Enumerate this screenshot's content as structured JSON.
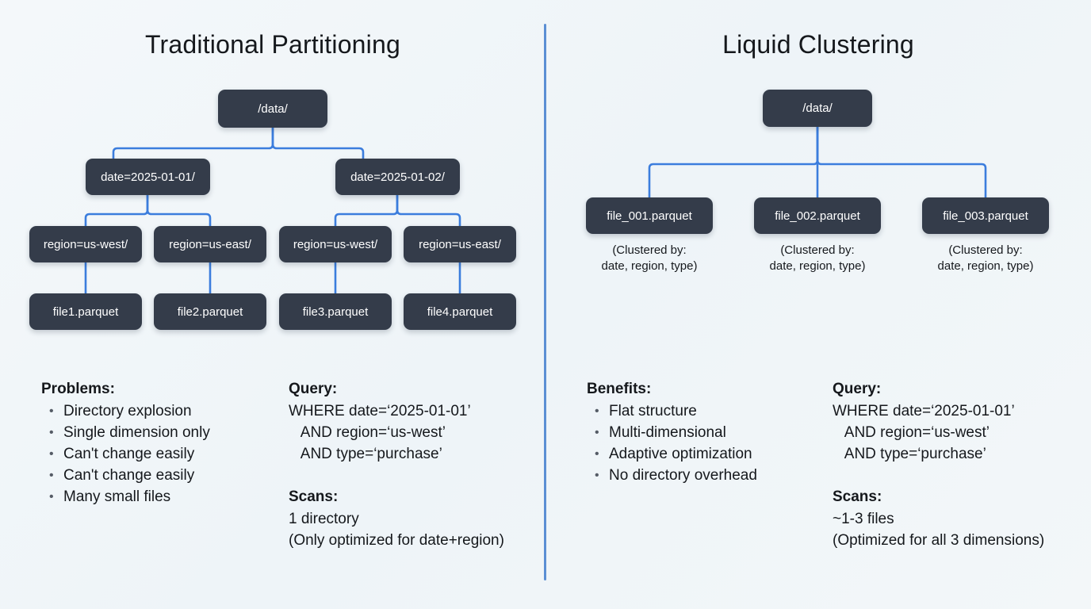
{
  "theme": {
    "background": "#f1f6f9",
    "node_fill": "#343c4a",
    "node_text": "#ffffff",
    "connector": "#3b7ddd",
    "divider": "#5b8fd4",
    "body_text": "#15181c"
  },
  "left": {
    "title": "Traditional Partitioning",
    "tree": {
      "root": "/data/",
      "level2": [
        "date=2025-01-01/",
        "date=2025-01-02/"
      ],
      "level3": [
        "region=us-west/",
        "region=us-east/",
        "region=us-west/",
        "region=us-east/"
      ],
      "level4": [
        "file1.parquet",
        "file2.parquet",
        "file3.parquet",
        "file4.parquet"
      ]
    },
    "problems": {
      "heading": "Problems:",
      "items": [
        "Directory explosion",
        "Single dimension only",
        "Can't change easily",
        "Can't change easily",
        "Many small files"
      ]
    },
    "query": {
      "heading": "Query:",
      "lines": [
        "WHERE date=‘2025-01-01’",
        "   AND region=‘us-west’",
        "   AND type=‘purchase’"
      ],
      "scans_heading": "Scans:",
      "scans_lines": [
        "1 directory",
        "(Only optimized for date+region)"
      ]
    }
  },
  "right": {
    "title": "Liquid Clustering",
    "tree": {
      "root": "/data/",
      "files": [
        "file_001.parquet",
        "file_002.parquet",
        "file_003.parquet"
      ],
      "captions": [
        "(Clustered by:\ndate, region, type)",
        "(Clustered by:\ndate, region, type)",
        "(Clustered by:\ndate, region, type)"
      ]
    },
    "benefits": {
      "heading": "Benefits:",
      "items": [
        "Flat structure",
        "Multi-dimensional",
        "Adaptive optimization",
        "No directory overhead"
      ]
    },
    "query": {
      "heading": "Query:",
      "lines": [
        "WHERE date=‘2025-01-01’",
        "   AND region=‘us-west’",
        "   AND type=‘purchase’"
      ],
      "scans_heading": "Scans:",
      "scans_lines": [
        "~1-3 files",
        "(Optimized for all 3 dimensions)"
      ]
    }
  }
}
